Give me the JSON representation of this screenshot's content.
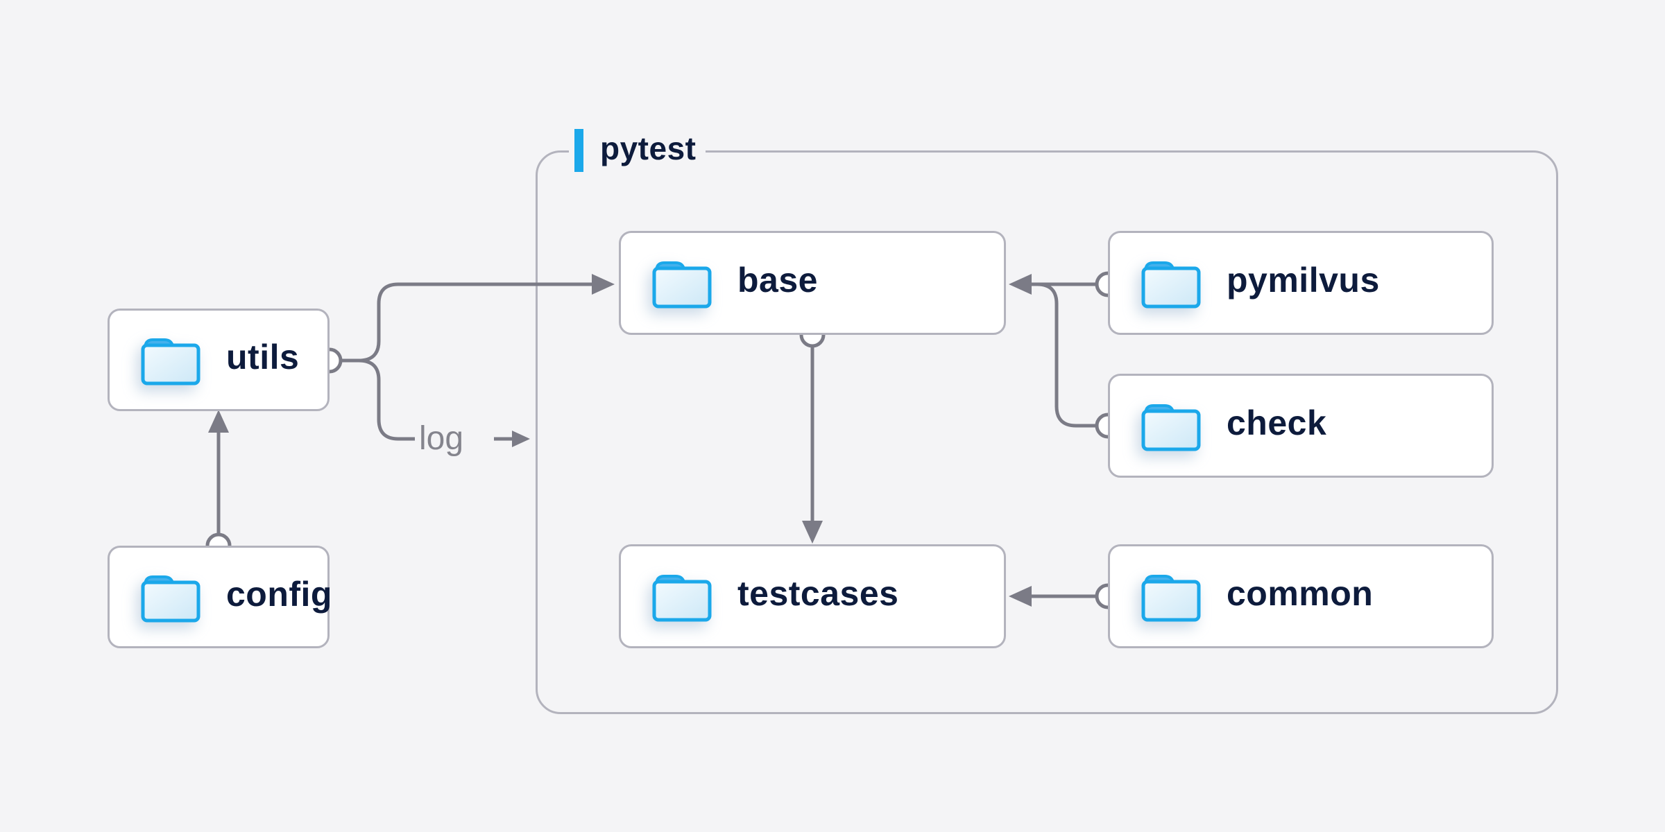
{
  "background": "#f4f4f6",
  "group": {
    "label": "pytest",
    "accent_color": "#1ba8ea",
    "border_color": "#b3b3bd"
  },
  "nodes": {
    "utils": {
      "label": "utils"
    },
    "config": {
      "label": "config"
    },
    "base": {
      "label": "base"
    },
    "pymilvus": {
      "label": "pymilvus"
    },
    "check": {
      "label": "check"
    },
    "testcases": {
      "label": "testcases"
    },
    "common": {
      "label": "common"
    }
  },
  "edges": [
    {
      "from": "config",
      "to": "utils",
      "type": "arrow"
    },
    {
      "from": "utils",
      "to": "base",
      "type": "arrow"
    },
    {
      "from": "utils",
      "to": "pytest-group",
      "label": "log",
      "type": "labeled-arrow"
    },
    {
      "from": "pymilvus",
      "to": "base",
      "type": "arrow"
    },
    {
      "from": "check",
      "to": "base",
      "type": "arrow-merge"
    },
    {
      "from": "base",
      "to": "testcases",
      "type": "arrow"
    },
    {
      "from": "common",
      "to": "testcases",
      "type": "arrow"
    }
  ],
  "edge_labels": {
    "log": "log"
  },
  "icons": {
    "node_icon": "folder-icon"
  },
  "colors": {
    "connector": "#7b7b86",
    "box_border": "#b3b3bd",
    "box_fill": "#ffffff",
    "text": "#0d1b3c",
    "accent_blue": "#1ba8ea",
    "muted_label": "#84848d",
    "folder_fill_light": "#f2fafe",
    "folder_fill_dark": "#cde8f7"
  }
}
